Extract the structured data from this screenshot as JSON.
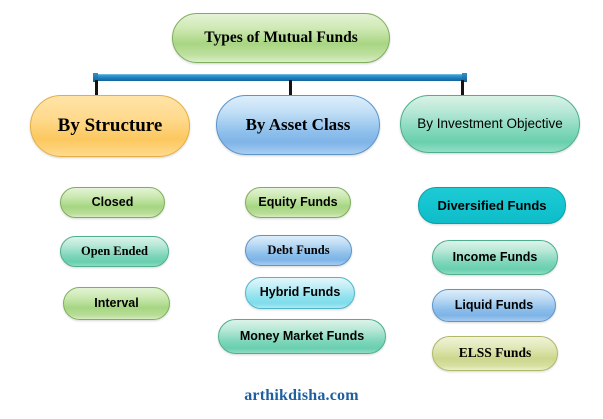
{
  "diagram": {
    "title": "Types of Mutual Funds",
    "type": "organizational-tree",
    "background_color": "#ffffff",
    "connector_color": "#1d81c2",
    "root": {
      "label": "Types of Mutual Funds",
      "fill_color": "#a8d583"
    },
    "branches": [
      {
        "label": "By Structure",
        "fill_color": "#fcc85f",
        "children": [
          {
            "label": "Closed",
            "fill_color": "#a6d682"
          },
          {
            "label": "Open Ended",
            "fill_color": "#7fd6ba"
          },
          {
            "label": "Interval",
            "fill_color": "#a6d682"
          }
        ]
      },
      {
        "label": "By Asset Class",
        "fill_color": "#8fc0ec",
        "children": [
          {
            "label": "Equity Funds",
            "fill_color": "#a6d682"
          },
          {
            "label": "Debt Funds",
            "fill_color": "#8dbfeb"
          },
          {
            "label": "Hybrid Funds",
            "fill_color": "#92e2ee"
          },
          {
            "label": "Money Market Funds",
            "fill_color": "#7fd6ba"
          }
        ]
      },
      {
        "label": "By Investment Objective",
        "fill_color": "#82d8bb",
        "children": [
          {
            "label": "Diversified Funds",
            "fill_color": "#12c4cf"
          },
          {
            "label": "Income Funds",
            "fill_color": "#7fd6ba"
          },
          {
            "label": "Liquid Funds",
            "fill_color": "#8dbfeb"
          },
          {
            "label": "ELSS Funds",
            "fill_color": "#cdd78c"
          }
        ]
      }
    ]
  },
  "watermark": {
    "text": "arthikdisha.com",
    "color": "#1f5fa0"
  }
}
